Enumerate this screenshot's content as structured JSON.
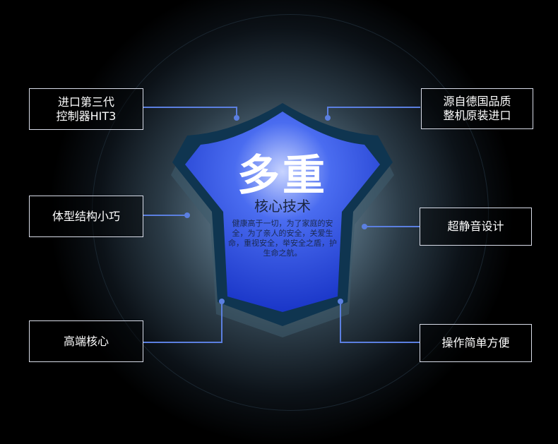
{
  "shield": {
    "title": "多重",
    "subtitle": "核心技术",
    "description": "健康高于一切，为了家庭的安全，为了亲人的安全，关爱生命，重视安全，举安全之盾，护生命之航。"
  },
  "features": {
    "left": [
      {
        "label": "进口第三代\n控制器HIT3"
      },
      {
        "label": "体型结构小巧"
      },
      {
        "label": "高端核心"
      }
    ],
    "right": [
      {
        "label": "源自德国品质\n整机原装进口"
      },
      {
        "label": "超静音设计"
      },
      {
        "label": "操作简单方便"
      }
    ]
  },
  "colors": {
    "shield_blue": "#2a4fe0",
    "shield_border": "#0f3550",
    "connector": "#5b7fe0"
  }
}
